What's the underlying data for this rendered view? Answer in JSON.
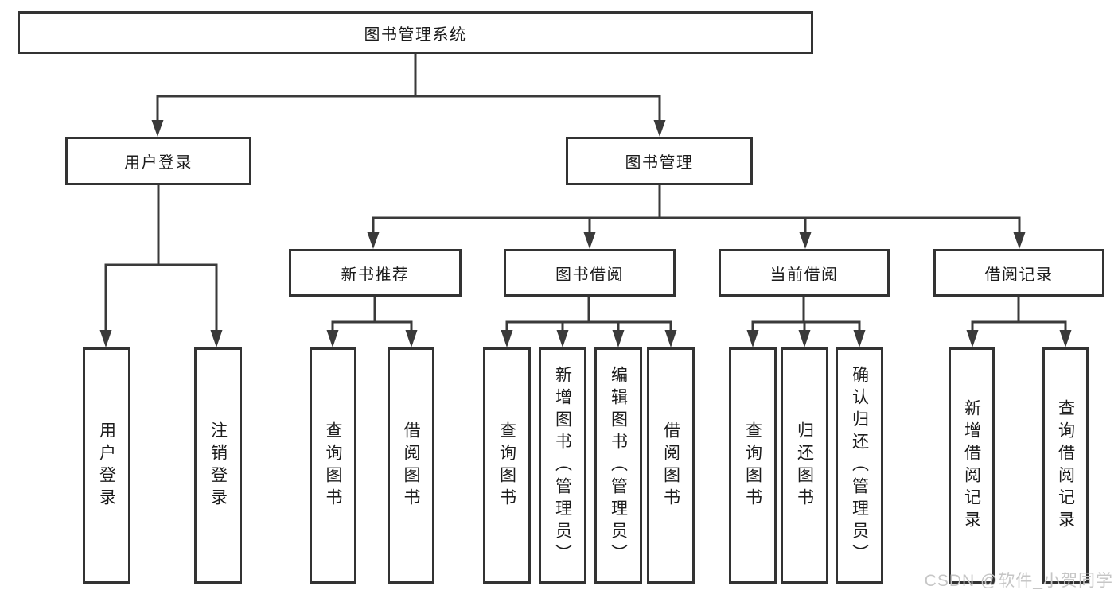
{
  "diagram": {
    "title": "图书管理系统",
    "root": {
      "label": "图书管理系统"
    },
    "level1": [
      {
        "label": "用户登录"
      },
      {
        "label": "图书管理"
      }
    ],
    "level2": [
      {
        "label": "新书推荐"
      },
      {
        "label": "图书借阅"
      },
      {
        "label": "当前借阅"
      },
      {
        "label": "借阅记录"
      }
    ],
    "leaves": [
      {
        "parent": "用户登录",
        "label": "用户登录"
      },
      {
        "parent": "用户登录",
        "label": "注销登录"
      },
      {
        "parent": "新书推荐",
        "label": "查询图书"
      },
      {
        "parent": "新书推荐",
        "label": "借阅图书"
      },
      {
        "parent": "图书借阅",
        "label": "查询图书"
      },
      {
        "parent": "图书借阅",
        "label": "新增图书（管理员）"
      },
      {
        "parent": "图书借阅",
        "label": "编辑图书（管理员）"
      },
      {
        "parent": "图书借阅",
        "label": "借阅图书"
      },
      {
        "parent": "当前借阅",
        "label": "查询图书"
      },
      {
        "parent": "当前借阅",
        "label": "归还图书"
      },
      {
        "parent": "当前借阅",
        "label": "确认归还（管理员）"
      },
      {
        "parent": "借阅记录",
        "label": "新增借阅记录"
      },
      {
        "parent": "借阅记录",
        "label": "查询借阅记录"
      }
    ]
  },
  "watermark": {
    "text": "CSDN @软件_小贺同学"
  },
  "colors": {
    "line": "#3a3a3a",
    "border": "#333333",
    "text": "#1c1c1c",
    "watermark": "#c6c6c6",
    "background": "#ffffff"
  }
}
